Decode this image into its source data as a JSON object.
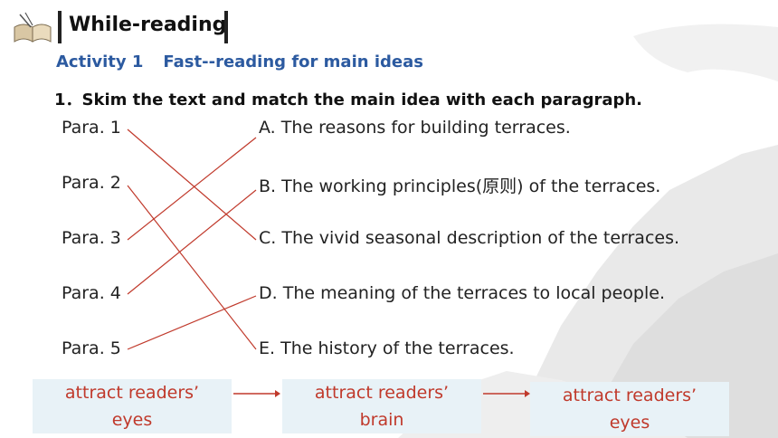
{
  "header": {
    "title": "While-reading"
  },
  "activity": {
    "label": "Activity 1",
    "title": "Fast--reading for main ideas"
  },
  "instruction": "1．Skim the text and match the main idea with each paragraph.",
  "paragraphs": [
    "Para. 1",
    "Para. 2",
    "Para. 3",
    "Para. 4",
    "Para. 5"
  ],
  "ideas": [
    "A. The reasons for building terraces.",
    "B. The working principles(原则) of the terraces.",
    "C. The vivid seasonal description of the terraces.",
    "D. The meaning of the terraces to local people.",
    "E. The history of the terraces."
  ],
  "matches": [
    {
      "para": "Para. 1",
      "idea": "C"
    },
    {
      "para": "Para. 2",
      "idea": "E"
    },
    {
      "para": "Para. 3",
      "idea": "A"
    },
    {
      "para": "Para. 4",
      "idea": "B"
    },
    {
      "para": "Para. 5",
      "idea": "D"
    }
  ],
  "flow": [
    {
      "line1": "attract readers’",
      "line2": "eyes"
    },
    {
      "line1": "attract readers’",
      "line2": "brain"
    },
    {
      "line1": "attract readers’",
      "line2": "eyes"
    }
  ],
  "colors": {
    "activity": "#2c5aa0",
    "lines": "#c0392b",
    "flow_text": "#c0392b",
    "flow_box": "#e8f2f7"
  }
}
